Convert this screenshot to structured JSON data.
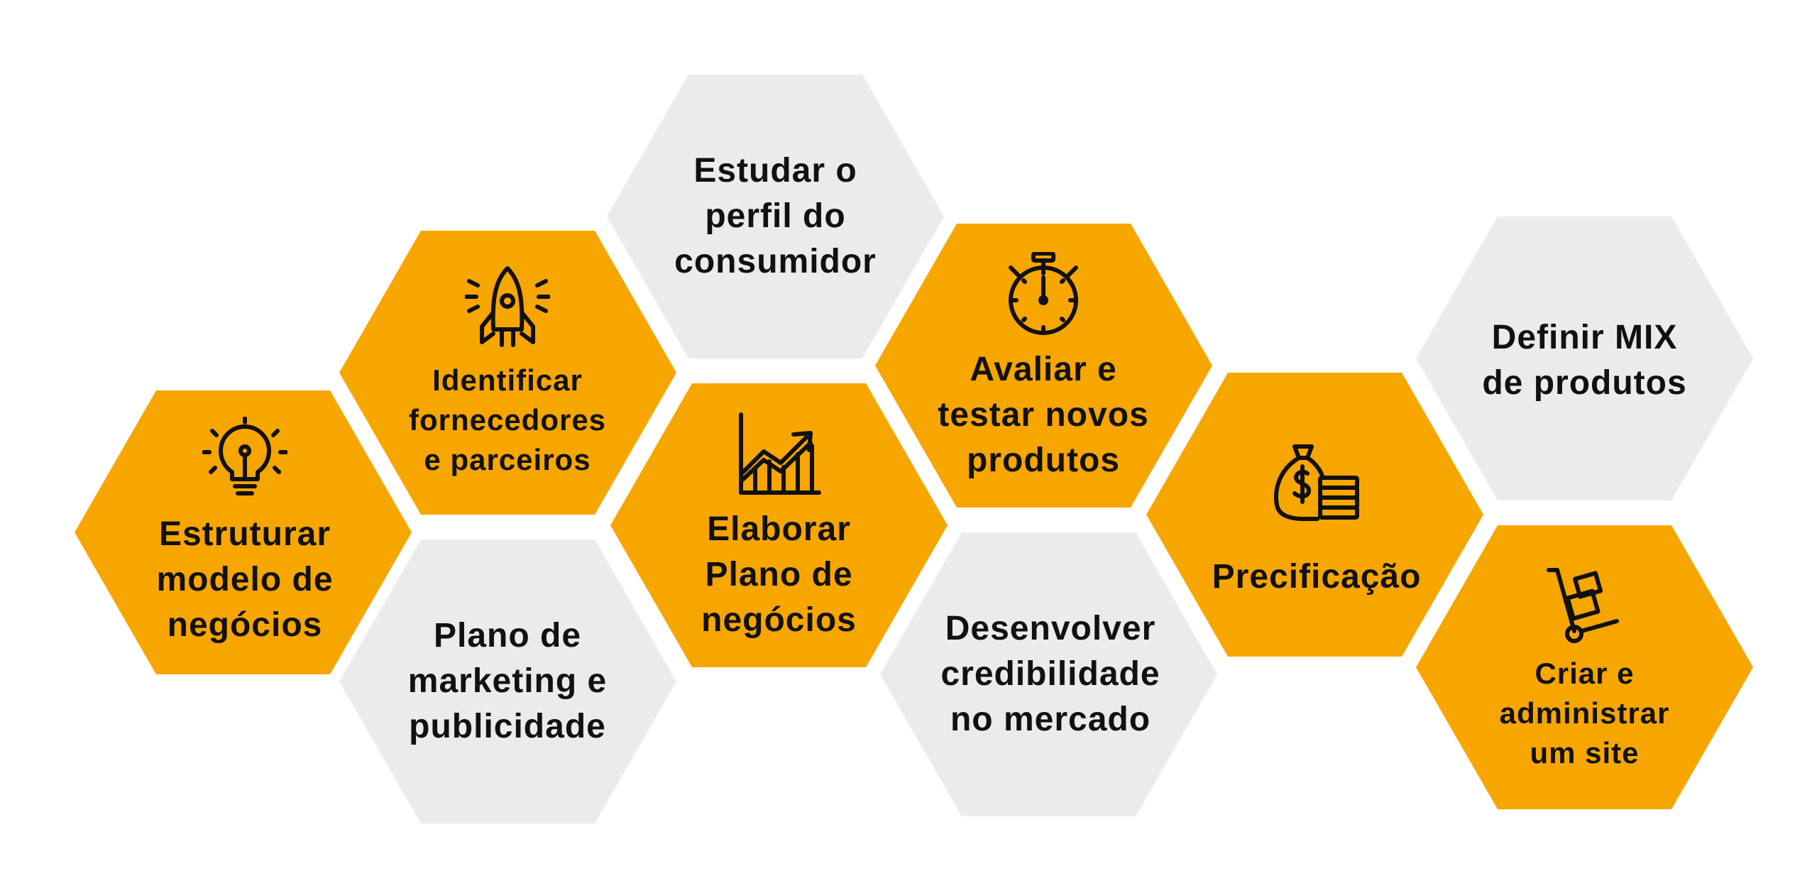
{
  "colors": {
    "orange": "#F7A600",
    "gray": "#EBEBEB",
    "text": "#111111",
    "icon": "#111111"
  },
  "hexes": [
    {
      "key": "h1",
      "text": "Estruturar\nmodelo de\nnegócios",
      "fill": "orange",
      "icon": "lightbulb-icon"
    },
    {
      "key": "h2",
      "text": "Identificar\nfornecedores\ne parceiros",
      "fill": "orange",
      "icon": "rocket-icon"
    },
    {
      "key": "h3",
      "text": "Plano de\nmarketing e\npublicidade",
      "fill": "gray",
      "icon": ""
    },
    {
      "key": "h4",
      "text": "Estudar o\nperfil do\nconsumidor",
      "fill": "gray",
      "icon": ""
    },
    {
      "key": "h5",
      "text": "Elaborar\nPlano de\nnegócios",
      "fill": "orange",
      "icon": "growth-chart-icon"
    },
    {
      "key": "h6",
      "text": "Avaliar e\ntestar novos\nprodutos",
      "fill": "orange",
      "icon": "stopwatch-icon"
    },
    {
      "key": "h7",
      "text": "Desenvolver\ncredibilidade\nno mercado",
      "fill": "gray",
      "icon": ""
    },
    {
      "key": "h8",
      "text": "Precificação",
      "fill": "orange",
      "icon": "money-bag-icon"
    },
    {
      "key": "h9",
      "text": "Definir MIX\nde produtos",
      "fill": "gray",
      "icon": ""
    },
    {
      "key": "h10",
      "text": "Criar e\nadministrar\num site",
      "fill": "orange",
      "icon": "hand-truck-icon"
    }
  ]
}
